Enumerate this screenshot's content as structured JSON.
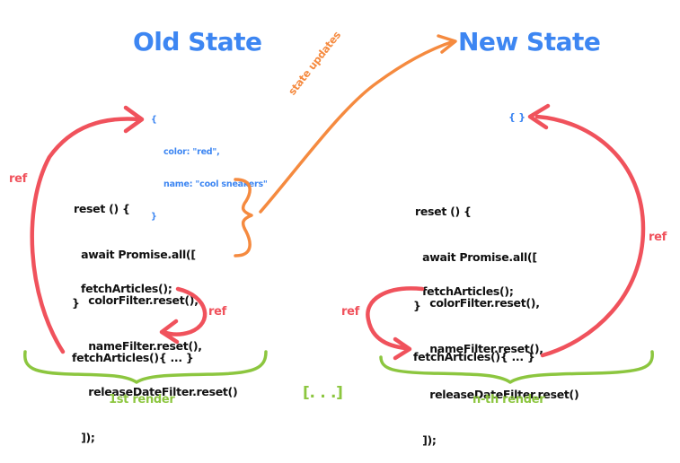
{
  "colors": {
    "title": "#3d86f2",
    "ref": "#f0525c",
    "state_update": "#f58a3f",
    "render": "#8cc63f",
    "code": "#111111"
  },
  "old_state": {
    "title": "Old State",
    "object": [
      "{",
      "color: \"red\",",
      "name: \"cool sneakers\"",
      "}"
    ]
  },
  "new_state": {
    "title": "New State",
    "object": "{ }"
  },
  "state_updates_label": "state updates",
  "ref_label": "ref",
  "first_render": {
    "label": "1st render",
    "reset_code": [
      "reset () {",
      "  await Promise.all([",
      "    colorFilter.reset(),",
      "    nameFilter.reset(),",
      "    releaseDateFilter.reset()",
      "  ]);"
    ],
    "fetch_call": "fetchArticles();",
    "closing_brace": "}",
    "fetch_def": "fetchArticles(){ ... }"
  },
  "nth_render": {
    "label": "n-th render",
    "reset_code": [
      "reset () {",
      "  await Promise.all([",
      "    colorFilter.reset(),",
      "    nameFilter.reset(),",
      "    releaseDateFilter.reset()",
      "  ]);"
    ],
    "fetch_call": "fetchArticles();",
    "closing_brace": "}",
    "fetch_def": "fetchArticles(){ ... }"
  },
  "ellipsis": "[. . .]"
}
